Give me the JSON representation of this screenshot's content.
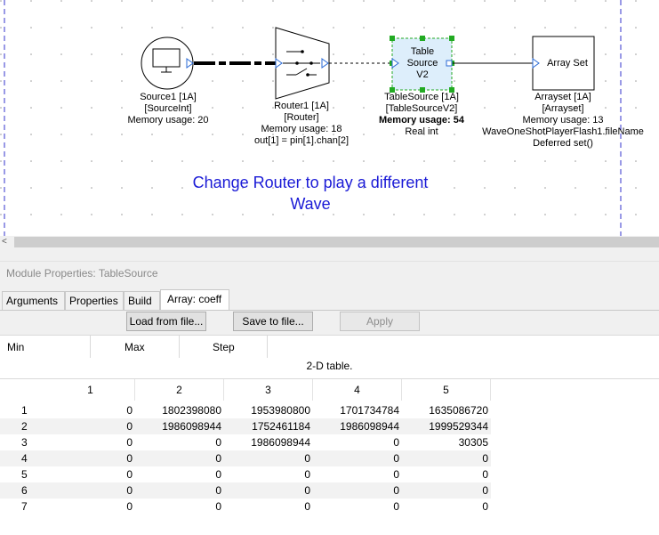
{
  "diagram": {
    "modules": {
      "source": {
        "lines": [
          "Source1 [1A]",
          "[SourceInt]",
          "Memory usage: 20"
        ]
      },
      "router": {
        "lines": [
          "Router1 [1A]",
          "[Router]",
          "Memory usage: 18",
          "out[1] = pin[1].chan[2]"
        ]
      },
      "tablesource": {
        "box_lines": [
          "Table",
          "Source",
          "V2"
        ],
        "lines": [
          "TableSource [1A]",
          "[TableSourceV2]",
          "Memory usage: 54",
          "Real int"
        ]
      },
      "arrayset": {
        "box_label": "Array Set",
        "lines": [
          "Arrayset [1A]",
          "[Arrayset]",
          "Memory usage: 13",
          "WaveOneShotPlayerFlash1.fileName",
          "Deferred set()"
        ]
      }
    },
    "annotation": "Change Router to play a different Wave",
    "colors": {
      "annotation": "#1a1ad6",
      "selected_fill": "#ddeefb",
      "selection_handle": "#22aa22",
      "guide_line": "#3333cc"
    }
  },
  "scrollbar": {
    "left_arrow": "<"
  },
  "properties": {
    "title": "Module Properties: TableSource",
    "tabs": [
      "Arguments",
      "Properties",
      "Build",
      "Array: coeff"
    ],
    "active_tab": "Array: coeff",
    "buttons": {
      "load": "Load from file...",
      "save": "Save to file...",
      "apply": "Apply"
    },
    "min_max_step": {
      "min": "Min",
      "max": "Max",
      "step": "Step"
    },
    "table_title": "2-D table.",
    "table": {
      "columns": [
        "1",
        "2",
        "3",
        "4",
        "5"
      ],
      "rows": [
        {
          "index": "1",
          "values": [
            "0",
            "1802398080",
            "1953980800",
            "1701734784",
            "1635086720"
          ]
        },
        {
          "index": "2",
          "values": [
            "0",
            "1986098944",
            "1752461184",
            "1986098944",
            "1999529344"
          ]
        },
        {
          "index": "3",
          "values": [
            "0",
            "0",
            "1986098944",
            "0",
            "30305"
          ]
        },
        {
          "index": "4",
          "values": [
            "0",
            "0",
            "0",
            "0",
            "0"
          ]
        },
        {
          "index": "5",
          "values": [
            "0",
            "0",
            "0",
            "0",
            "0"
          ]
        },
        {
          "index": "6",
          "values": [
            "0",
            "0",
            "0",
            "0",
            "0"
          ]
        },
        {
          "index": "7",
          "values": [
            "0",
            "0",
            "0",
            "0",
            "0"
          ]
        }
      ]
    }
  }
}
